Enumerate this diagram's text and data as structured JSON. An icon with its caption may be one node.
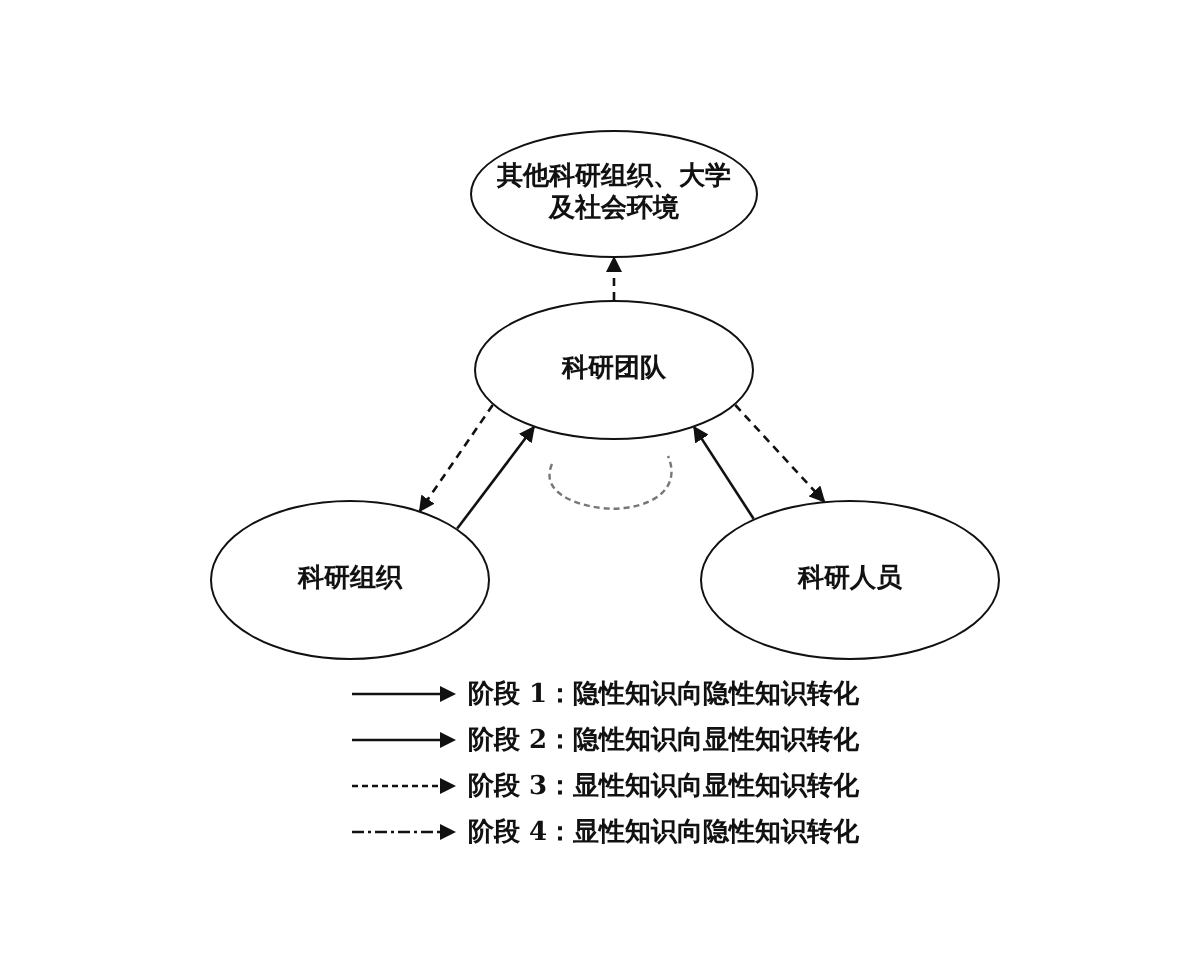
{
  "diagram": {
    "nodes": [
      {
        "text": [
          "其他科研组织、大学及社会环境"
        ]
      },
      {
        "text": [
          "科研团队"
        ]
      },
      {
        "text": [
          "科研组织"
        ]
      },
      {
        "text": [
          "科研人员"
        ]
      }
    ],
    "edges": [
      {
        "from": 1,
        "to": 0,
        "arrow": "to",
        "style": "dashed"
      },
      {
        "from": 1,
        "to": 2,
        "arrow": "to",
        "style": "dashed"
      },
      {
        "from": 2,
        "to": 1,
        "arrow": "to"
      },
      {
        "from": 3,
        "to": 1,
        "arrow": "to"
      },
      {
        "from": 1,
        "to": 3,
        "arrow": "to",
        "style": "dashed"
      }
    ],
    "legend": [
      {
        "text": "阶段 1：隐性知识向隐性知识转化"
      },
      {
        "text": "阶段 2：隐性知识向显性知识转化"
      },
      {
        "text": "阶段 3：显性知识向显性知识转化"
      },
      {
        "text": "阶段 4：显性知识向隐性知识转化"
      }
    ]
  }
}
